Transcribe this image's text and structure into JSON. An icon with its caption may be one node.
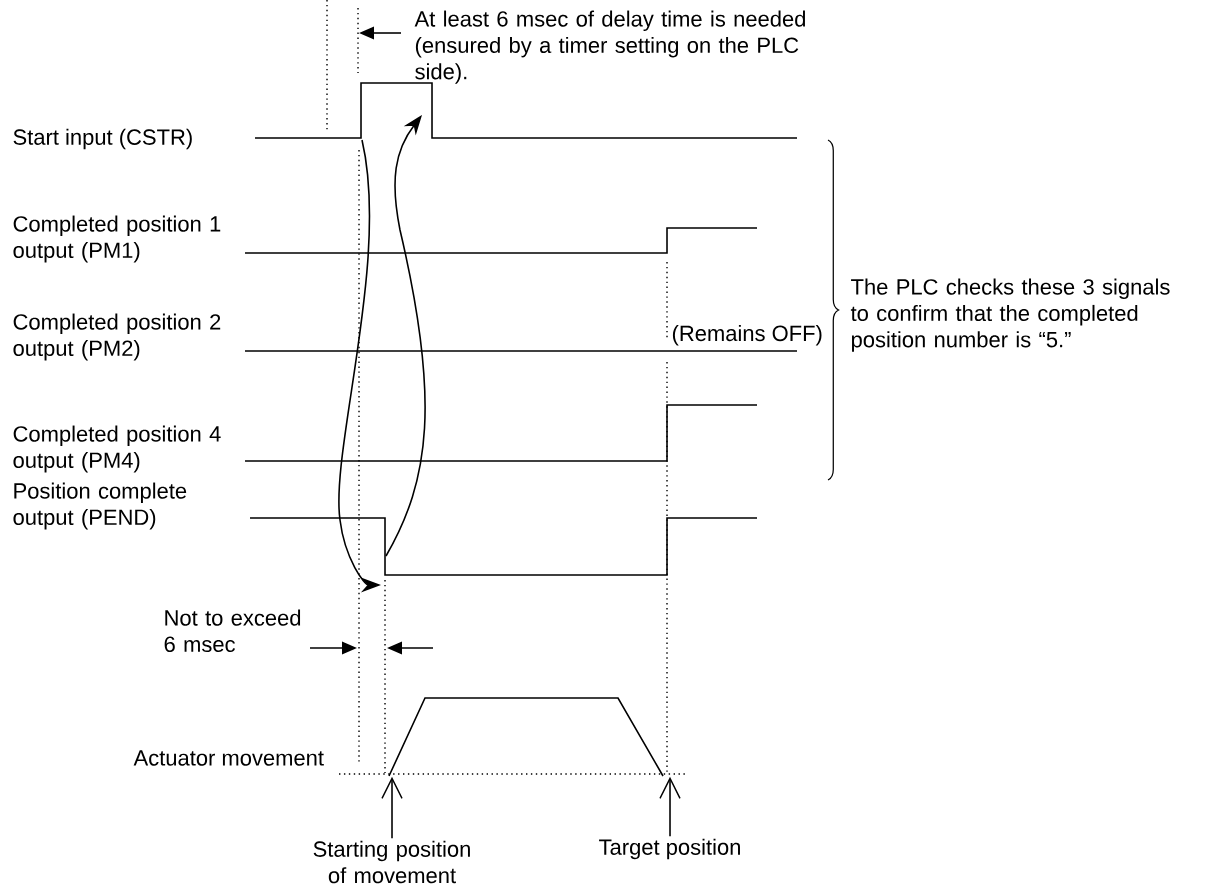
{
  "diagram": {
    "nodes": [
      {
        "text": [
          "Starting position of movement"
        ]
      },
      {
        "text": [
          "Target position"
        ]
      },
      {
        "text": [],
        "shape": "trapezoid"
      }
    ],
    "edges": [
      {
        "from": 0,
        "to": 2,
        "arrow": "to"
      },
      {
        "from": 1,
        "to": 2,
        "arrow": "to"
      }
    ],
    "labels": [
      "At least 6 msec of delay time is needed (ensured by a timer setting on the PLC side).",
      "Start input (CSTR)",
      "Completed position 1 output (PM1)",
      "Completed position 2 output (PM2)",
      "(Remains OFF)",
      "The PLC checks these 3 signals to confirm that the completed position number is “5.”",
      "Completed position 4 output (PM4)",
      "Position complete output (PEND)",
      "Not to exceed 6 msec",
      "Actuator movement"
    ]
  }
}
